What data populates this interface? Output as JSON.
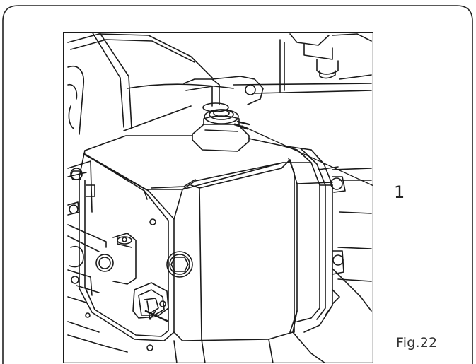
{
  "callout": {
    "number": "1"
  },
  "figure": {
    "label": "Fig.22"
  },
  "colors": {
    "line": "#1a1a1a",
    "frame": "#222222",
    "background": "#ffffff"
  },
  "drawing": {
    "subject": "hydraulic-motor-with-oil-fill-plug"
  }
}
